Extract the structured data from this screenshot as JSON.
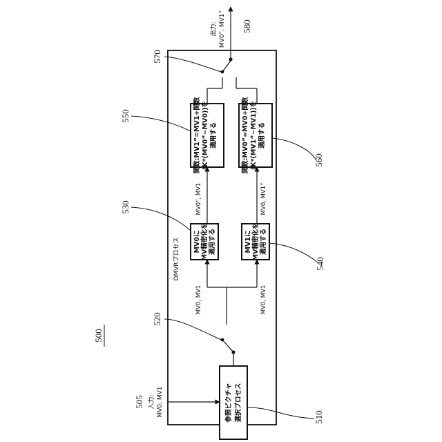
{
  "diagram": {
    "ref_500": "500",
    "ref_505": "505",
    "ref_510": "510",
    "ref_520": "520",
    "ref_530": "530",
    "ref_540": "540",
    "ref_550": "550",
    "ref_560": "560",
    "ref_570": "570",
    "ref_580": "580",
    "input_label": "入力:",
    "input_values": "MV0, MV1",
    "output_label": "出力:",
    "output_values": "MV0”, MV1”",
    "process_title": "DMVRプロセス",
    "box_510_line1": "参照ピクチャ",
    "box_510_line2": "選択プロセス",
    "box_530_line1": "MV0に",
    "box_530_line2": "MV精密化を",
    "box_530_line3": "適用する",
    "box_540_line1": "MV1に",
    "box_540_line2": "MV精密化を",
    "box_540_line3": "適用する",
    "box_550_line1": "関数:MV1”=MV1+関数",
    "box_550_line2": "(K*(MV0”−MV0))を",
    "box_550_line3": "適用する",
    "box_560_line1": "関数:MV0”=MV0+関数",
    "box_560_line2": "(K*(MV1”−MV1))を",
    "box_560_line3": "適用する",
    "label_top_in": "MV0, MV1",
    "label_bot_in": "MV0, MV1",
    "label_top_mid": "MV0”, MV1",
    "label_bot_mid": "MV0, MV1”"
  }
}
